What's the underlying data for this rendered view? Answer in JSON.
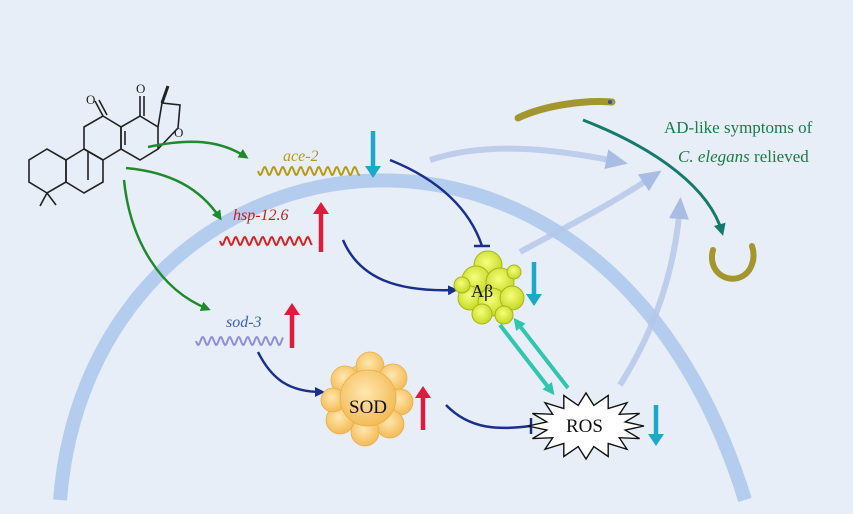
{
  "genes": {
    "ace2": "ace-2",
    "hsp": "hsp-12.6",
    "sod3": "sod-3"
  },
  "nodes": {
    "abeta": "Aβ",
    "sod": "SOD",
    "ros": "ROS"
  },
  "outcome": {
    "line1": "AD-like symptoms of",
    "line2_italic": "C. elegans",
    "line2_rest": " relieved"
  },
  "colors": {
    "background": "#e8eef8",
    "cell_arc": "#b4cdee",
    "green_arrow": "#1f8a2c",
    "navy_arrow": "#1a2f8c",
    "teal_arrow": "#2fc6ad",
    "down_arrow": "#1aa9c9",
    "up_arrow": "#e01a3c",
    "ace2_wave": "#b59a14",
    "hsp_wave": "#d42525",
    "sod3_wave": "#8f8fd6",
    "outcome_text": "#1c7a46",
    "worm": "#a4962e"
  }
}
